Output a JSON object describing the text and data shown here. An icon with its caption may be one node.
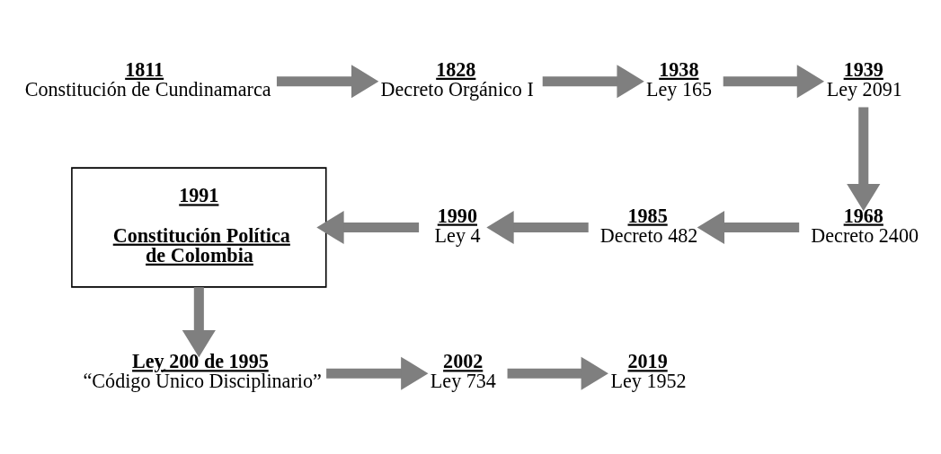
{
  "diagram": {
    "nodes": [
      {
        "text": [
          "1811",
          "Constitución de Cundinamarca"
        ]
      },
      {
        "text": [
          "1828",
          "Decreto Orgánico I"
        ]
      },
      {
        "text": [
          "1938",
          "Ley 165"
        ]
      },
      {
        "text": [
          "1939",
          "Ley 2091"
        ]
      },
      {
        "text": [
          "1968",
          "Decreto 2400"
        ]
      },
      {
        "text": [
          "1985",
          "Decreto 482"
        ]
      },
      {
        "text": [
          "1990",
          "Ley 4"
        ]
      },
      {
        "text": [
          "1991",
          "Constitución Política de Colombia"
        ]
      },
      {
        "text": [
          "Ley 200 de 1995",
          "“Código Único Disciplinario”"
        ]
      },
      {
        "text": [
          "2002",
          "Ley 734"
        ]
      },
      {
        "text": [
          "2019",
          "Ley 1952"
        ]
      }
    ],
    "edges": [
      {
        "from": 0,
        "to": 1,
        "arrow": "to"
      },
      {
        "from": 1,
        "to": 2,
        "arrow": "to"
      },
      {
        "from": 2,
        "to": 3,
        "arrow": "to"
      },
      {
        "from": 3,
        "to": 4,
        "arrow": "to"
      },
      {
        "from": 4,
        "to": 5,
        "arrow": "to"
      },
      {
        "from": 5,
        "to": 6,
        "arrow": "to"
      },
      {
        "from": 6,
        "to": 7,
        "arrow": "to"
      },
      {
        "from": 7,
        "to": 8,
        "arrow": "to"
      },
      {
        "from": 8,
        "to": 9,
        "arrow": "to"
      },
      {
        "from": 9,
        "to": 10,
        "arrow": "to"
      }
    ]
  }
}
